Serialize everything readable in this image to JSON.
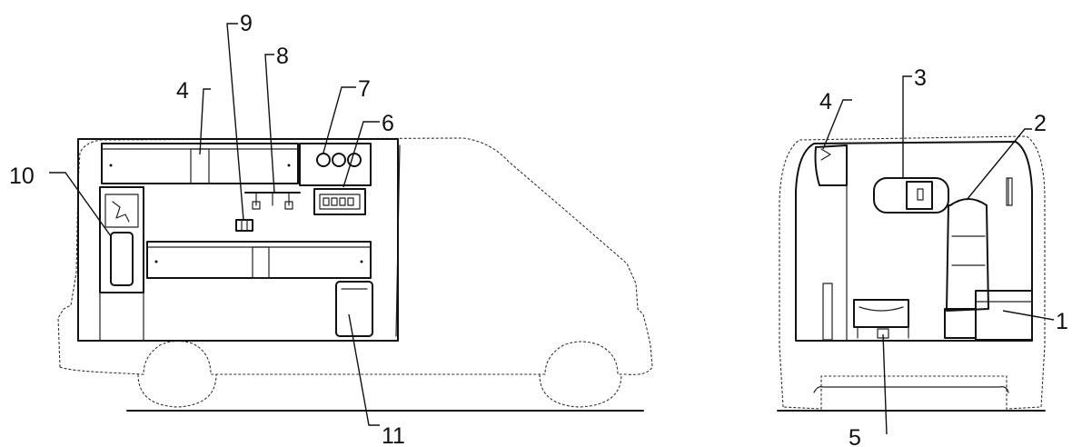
{
  "callouts": {
    "c1": "1",
    "c2": "2",
    "c3": "3",
    "c4_side": "4",
    "c4_rear": "4",
    "c5": "5",
    "c6": "6",
    "c7": "7",
    "c8": "8",
    "c9": "9",
    "c10": "10",
    "c11": "11"
  },
  "colors": {
    "line": "#111111",
    "background": "#ffffff"
  }
}
